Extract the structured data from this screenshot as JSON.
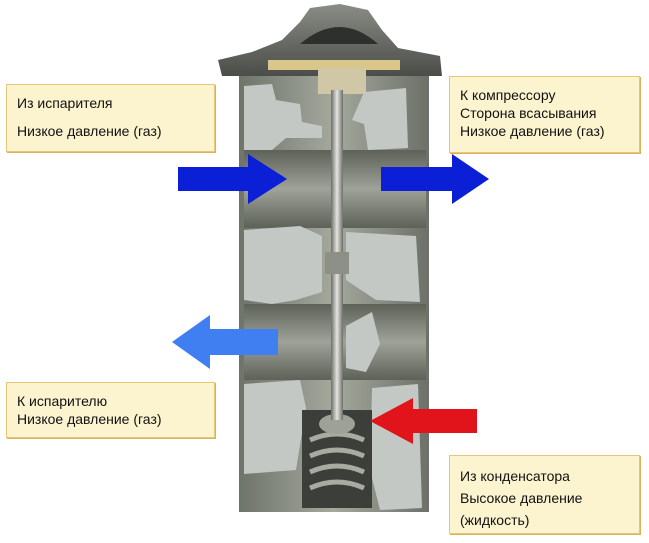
{
  "labels": {
    "from_evaporator": {
      "line1": "Из испарителя",
      "line2": "Низкое давление (газ)"
    },
    "to_compressor": {
      "line1": "К компрессору",
      "line2": "Сторона всасывания",
      "line3": "Низкое давление (газ)"
    },
    "to_evaporator": {
      "line1": "К испарителю",
      "line2": "Низкое давление (газ)"
    },
    "from_condenser": {
      "line1": "Из конденсатора",
      "line2": "Высокое давление",
      "line3": "(жидкость)"
    }
  },
  "colors": {
    "label_bg": "#fcf3cf",
    "label_border": "#e7c777",
    "arrow_dark_blue": "#0a1fd6",
    "arrow_light_blue": "#3f7ff2",
    "arrow_red": "#e0141a",
    "valve_body": "#8f9488",
    "cut_face": "#c3c8c5"
  }
}
